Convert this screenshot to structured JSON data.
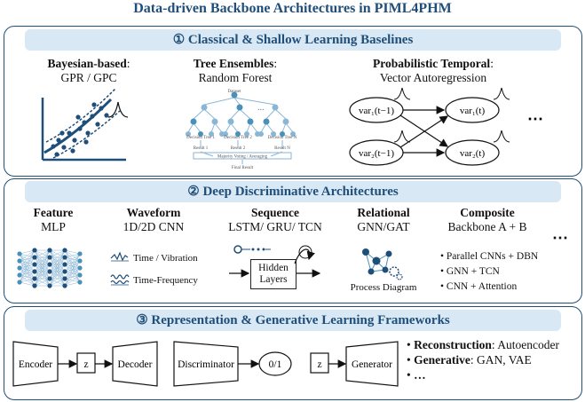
{
  "title": "Data-driven Backbone Architectures in PIML4PHM",
  "sections": {
    "classical": {
      "heading": "① Classical & Shallow Learning Baselines",
      "bayes": {
        "title": "Bayesian-based",
        "colon": ":",
        "subtitle": "GPR / GPC"
      },
      "tree": {
        "title": "Tree Ensembles",
        "colon": ":",
        "subtitle": "Random Forest",
        "dataset_label": "Dataset",
        "tree1": "Decision Tree 1",
        "tree2": "Decision Tree 2",
        "treen": "Decision Tree N",
        "result1": "Result 1",
        "result2": "Result 2",
        "resultn": "Result N",
        "vote": "Majority Voting / Averaging",
        "final": "Final Result",
        "dots": "..."
      },
      "temporal": {
        "title": "Probabilistic Temporal",
        "colon": ":",
        "subtitle": "Vector Autoregression",
        "node1a": "var₁(t−1)",
        "node1b": "var₁(t)",
        "node2a": "var₂(t−1)",
        "node2b": "var₂(t)",
        "ellipsis": "⋯"
      }
    },
    "deep": {
      "heading": "② Deep Discriminative Architectures",
      "feature": {
        "title": "Feature",
        "subtitle": "MLP"
      },
      "waveform": {
        "title": "Waveform",
        "subtitle": "1D/2D CNN",
        "item1": "Time / Vibration",
        "item2": "Time-Frequency"
      },
      "sequence": {
        "title": "Sequence",
        "subtitle": "LSTM/ GRU/ TCN",
        "box": "Hidden Layers"
      },
      "relational": {
        "title": "Relational",
        "subtitle": "GNN/GAT",
        "caption": "Process Diagram"
      },
      "composite": {
        "title": "Composite",
        "subtitle": "Backbone A + B",
        "items": [
          "Parallel CNNs + DBN",
          "GNN + TCN",
          "CNN + Attention"
        ],
        "ellipsis": "⋯"
      }
    },
    "generative": {
      "heading": "③ Representation & Generative Learning Frameworks",
      "encoder": "Encoder",
      "z1": "z",
      "decoder": "Decoder",
      "discriminator": "Discriminator",
      "out": "0/1",
      "z2": "z",
      "generator": "Generator",
      "list": [
        {
          "bold": "Reconstruction",
          "rest": ": Autoencoder"
        },
        {
          "bold": "Generative",
          "rest": ": GAN, VAE"
        },
        {
          "bold": "…",
          "rest": ""
        }
      ]
    }
  },
  "colors": {
    "primary": "#1f4e79",
    "banner": "#d9e8f5",
    "node": "#4a90b8",
    "node_light": "#8ab6d6"
  }
}
